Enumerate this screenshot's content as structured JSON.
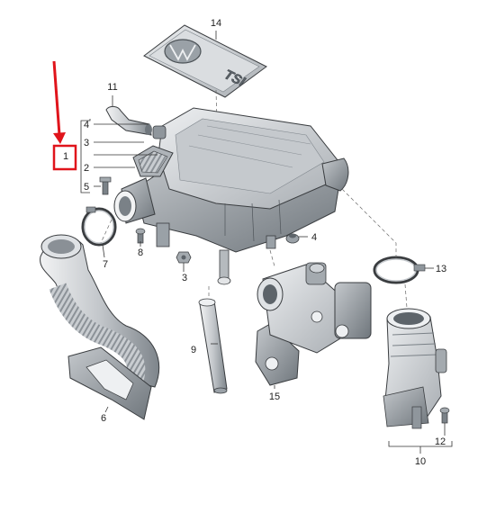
{
  "diagram": {
    "callouts": [
      {
        "id": "p1",
        "text": "1"
      },
      {
        "id": "p2",
        "text": "2"
      },
      {
        "id": "p3a",
        "text": "3"
      },
      {
        "id": "p3b",
        "text": "3"
      },
      {
        "id": "p4a",
        "text": "4"
      },
      {
        "id": "p4b",
        "text": "4"
      },
      {
        "id": "p5",
        "text": "5"
      },
      {
        "id": "p6",
        "text": "6"
      },
      {
        "id": "p7",
        "text": "7"
      },
      {
        "id": "p8",
        "text": "8"
      },
      {
        "id": "p9",
        "text": "9"
      },
      {
        "id": "p10",
        "text": "10"
      },
      {
        "id": "p11",
        "text": "11"
      },
      {
        "id": "p12",
        "text": "12"
      },
      {
        "id": "p13",
        "text": "13"
      },
      {
        "id": "p14",
        "text": "14"
      },
      {
        "id": "p15",
        "text": "15"
      }
    ],
    "cover_badge": "TSI",
    "colors": {
      "highlight": "#e0141b",
      "part_fill": "#d9dcdf",
      "part_dark": "#8f969c",
      "line": "#333333"
    }
  }
}
